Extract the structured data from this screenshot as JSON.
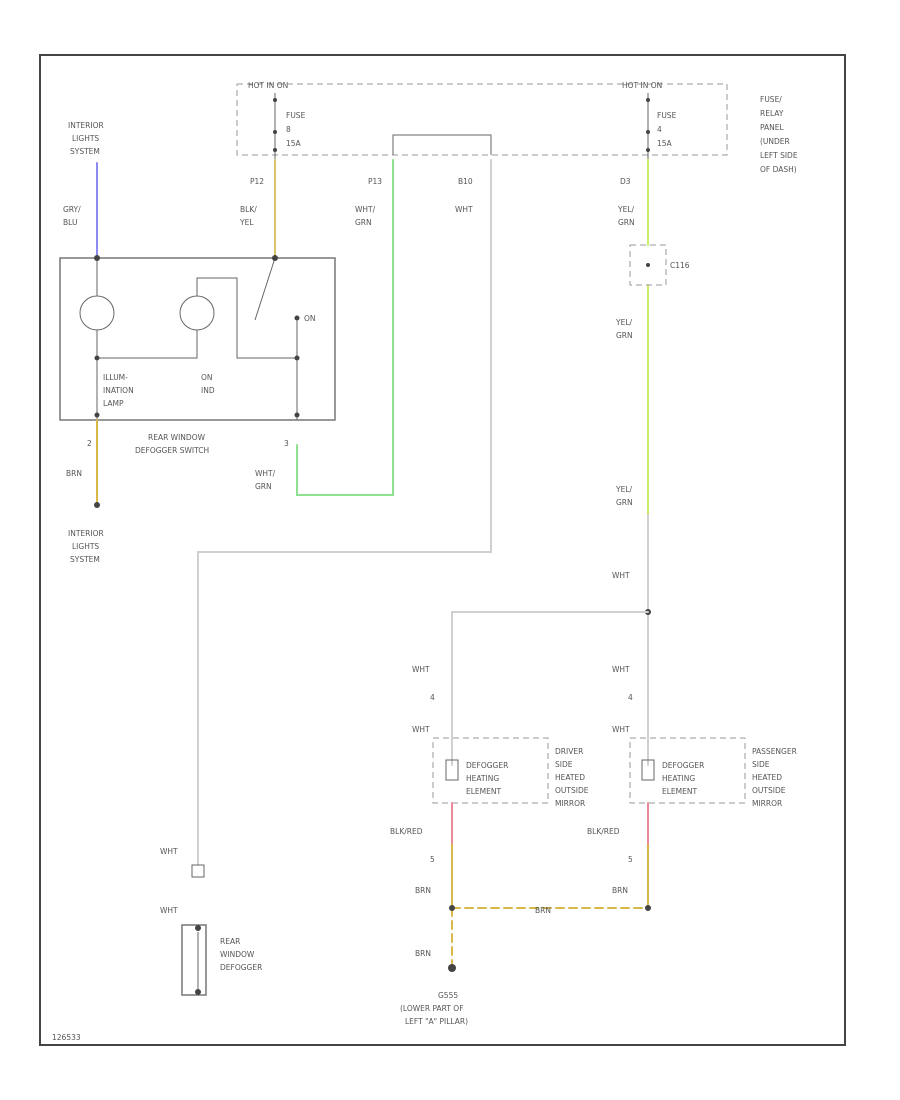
{
  "labels": {
    "hot_run_left": "HOT IN ON",
    "hot_run_right": "HOT IN ON",
    "fuse_left_1": "FUSE",
    "fuse_left_2": "8",
    "fuse_left_3": "15A",
    "fuse_right_1": "FUSE",
    "fuse_right_2": "4",
    "fuse_right_3": "15A",
    "fuse_box_1": "FUSE/",
    "fuse_box_2": "RELAY",
    "fuse_box_3": "PANEL",
    "fuse_box_4": "(UNDER",
    "fuse_box_5": "LEFT SIDE",
    "fuse_box_6": "OF DASH)",
    "pin_p12": "P12",
    "pin_p13": "P13",
    "pin_b10": "B10",
    "pin_d3": "D3",
    "wire_wht_grn_1": "WHT/",
    "wire_wht_grn_2": "GRN",
    "wire_wht_1": "WHT",
    "wire_blk_yel_1": "BLK/",
    "wire_blk_yel_2": "YEL",
    "wire_gry_blu_1": "GRY/",
    "wire_gry_blu_2": "BLU",
    "ils_top_1": "INTERIOR",
    "ils_top_2": "LIGHTS",
    "ils_top_3": "SYSTEM",
    "yel_grn_a_1": "YEL/",
    "yel_grn_a_2": "GRN",
    "c116": "C116",
    "yel_grn_b_1": "YEL/",
    "yel_grn_b_2": "GRN",
    "yel_grn_c_1": "YEL/",
    "yel_grn_c_2": "GRN",
    "switch_illum_1": "ILLUM-",
    "switch_illum_2": "INATION",
    "switch_illum_3": "LAMP",
    "switch_on_1": "ON",
    "switch_on_2": "IND",
    "switch_on_pin": "ON",
    "switch_name_1": "REAR WINDOW",
    "switch_name_2": "DEFOGGER SWITCH",
    "pin_2_left": "2",
    "pin_3_left": "3",
    "wire_brn_left": "BRN",
    "wire_wht_grn_b_1": "WHT/",
    "wire_wht_grn_b_2": "GRN",
    "ils_bot_1": "INTERIOR",
    "ils_bot_2": "LIGHTS",
    "ils_bot_3": "SYSTEM",
    "wire_wht_mid": "WHT",
    "wire_wht_drv": "WHT",
    "wire_wht_pass": "WHT",
    "pin_4_drv": "4",
    "pin_4_pass": "4",
    "wire_wht_drv2": "WHT",
    "wire_wht_pass2": "WHT",
    "drv_element_1": "DEFOGGER",
    "drv_element_2": "HEATING",
    "drv_element_3": "ELEMENT",
    "drv_mirror_1": "DRIVER",
    "drv_mirror_2": "SIDE",
    "drv_mirror_3": "HEATED",
    "drv_mirror_4": "OUTSIDE",
    "drv_mirror_5": "MIRROR",
    "pass_element_1": "DEFOGGER",
    "pass_element_2": "HEATING",
    "pass_element_3": "ELEMENT",
    "pass_mirror_1": "PASSENGER",
    "pass_mirror_2": "SIDE",
    "pass_mirror_3": "HEATED",
    "pass_mirror_4": "OUTSIDE",
    "pass_mirror_5": "MIRROR",
    "wire_blk_red_drv": "BLK/RED",
    "wire_blk_red_pass": "BLK/RED",
    "pin_5_drv": "5",
    "pin_5_pass": "5",
    "wire_brn_drv": "BRN",
    "wire_brn_pass": "BRN",
    "wire_brn_mid": "BRN",
    "wire_brn_ground": "BRN",
    "ground_1": "G555",
    "ground_2": "(LOWER PART OF",
    "ground_3": "LEFT \"A\" PILLAR)",
    "wire_wht_left_1": "WHT",
    "wire_wht_left_2": "WHT",
    "rear_defogger_1": "REAR",
    "rear_defogger_2": "WINDOW",
    "rear_defogger_3": "DEFOGGER",
    "figure_id": "126533"
  },
  "colors": {
    "wire_blue": "#8a8af0",
    "wire_yellow": "#d9c36b",
    "wire_green": "#8fe08f",
    "wire_white": "#d0d0d0",
    "wire_yel_grn": "#c8ee6a",
    "wire_red": "#e88a9a",
    "wire_brown_yel": "#d9b84a"
  }
}
